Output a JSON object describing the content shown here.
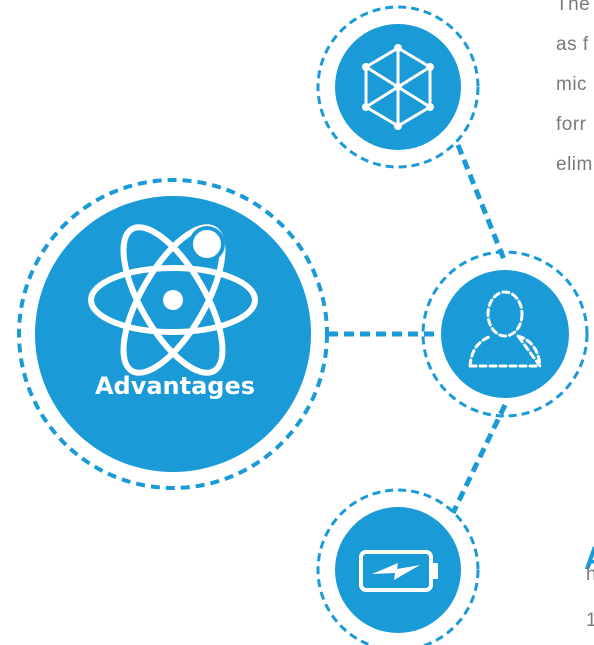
{
  "hub": {
    "label": "Advantages",
    "icon": "atom-icon"
  },
  "nodes": [
    {
      "icon": "wireframe-cube-icon"
    },
    {
      "icon": "user-profile-icon"
    },
    {
      "icon": "battery-charging-icon"
    }
  ],
  "side_text": {
    "lines": [
      "The",
      "as f",
      "mic",
      "forr",
      "elim"
    ],
    "heading": "A",
    "bottom_lines": [
      "h",
      "1"
    ]
  },
  "colors": {
    "accent": "#1a9ad6",
    "text": "#7a7a7a",
    "background": "#ffffff"
  }
}
